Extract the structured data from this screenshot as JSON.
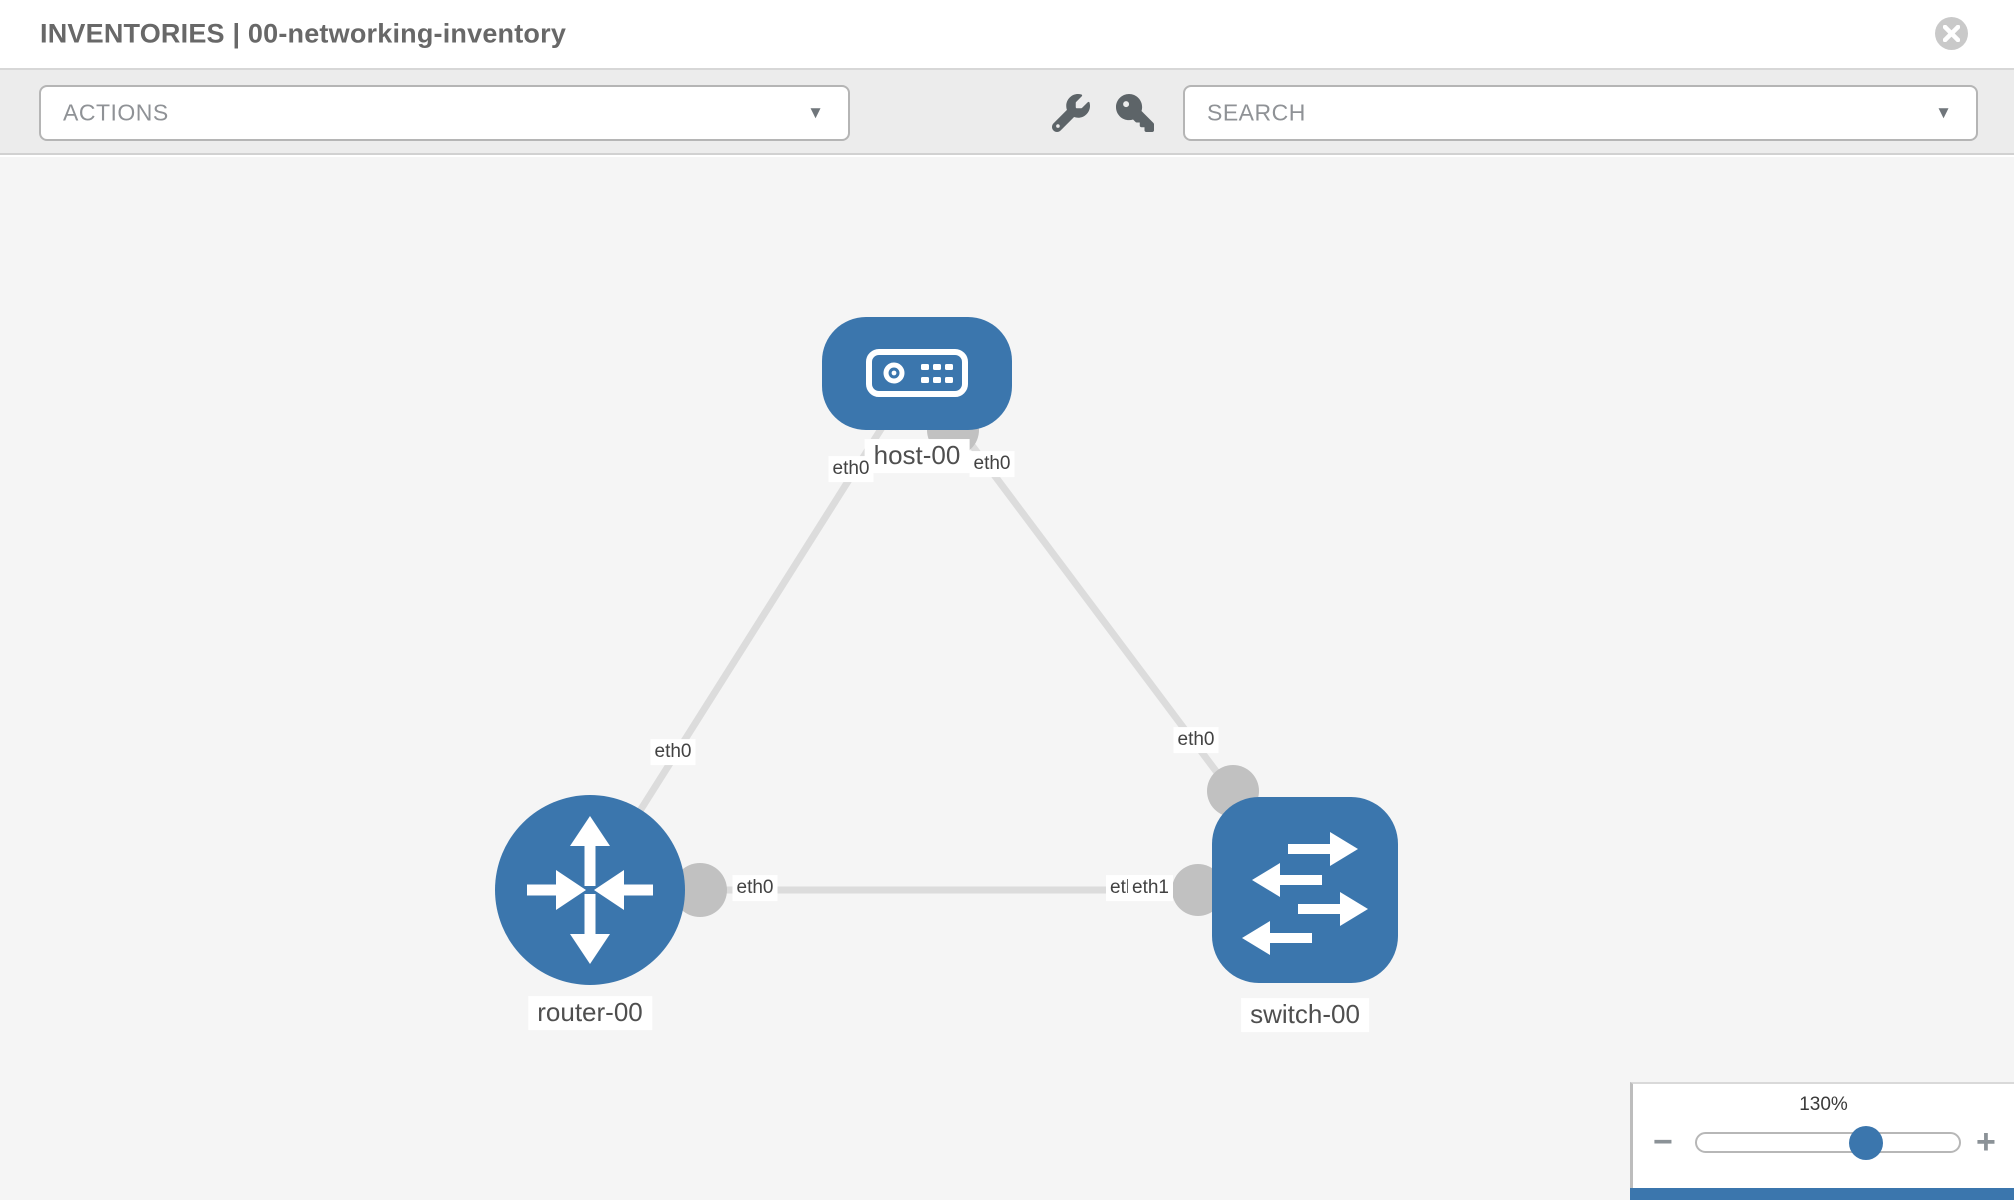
{
  "header": {
    "title": "INVENTORIES | 00-networking-inventory"
  },
  "toolbar": {
    "actions_label": "ACTIONS",
    "search_placeholder": "SEARCH",
    "wrench_icon": "wrench",
    "key_icon": "key"
  },
  "icons": {
    "chevron_down": "▼"
  },
  "colors": {
    "node_blue": "#3b76ad",
    "canvas_bg": "#f5f5f5",
    "toolbar_bg": "#ececec",
    "link_gray": "#dcdcdc",
    "interface_dot_gray": "#c1c1c1",
    "label_text": "#4f4f4f"
  },
  "diagram": {
    "nodes": [
      {
        "label": "host-00",
        "type": "host"
      },
      {
        "label": "router-00",
        "type": "router"
      },
      {
        "label": "switch-00",
        "type": "switch"
      }
    ],
    "links": [
      {
        "from": "host-00",
        "to": "router-00"
      },
      {
        "from": "host-00",
        "to": "switch-00"
      },
      {
        "from": "router-00",
        "to": "switch-00"
      }
    ],
    "interface_labels": {
      "host_left": "eth0",
      "host_right": "eth0",
      "router_host_mid": "eth0",
      "switch_top": "eth0",
      "router_right": "eth0",
      "switch_left_back": "eth0",
      "switch_left_front": "eth1"
    }
  },
  "zoom_control": {
    "level": "130%",
    "minus_label": "−",
    "plus_label": "+"
  }
}
